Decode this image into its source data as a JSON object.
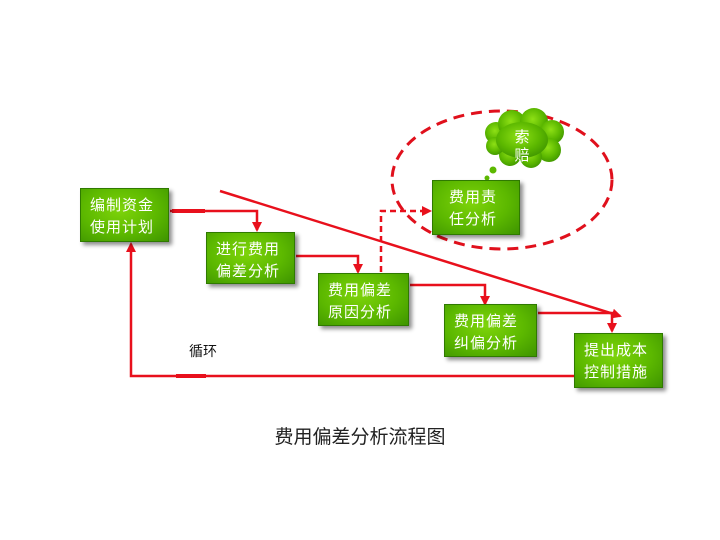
{
  "boxes": {
    "plan": [
      "编制资金",
      "使用计划"
    ],
    "variance": [
      "进行费用",
      "偏差分析"
    ],
    "cause": [
      "费用偏差",
      "原因分析"
    ],
    "responsibility": [
      "费用责",
      "任分析"
    ],
    "correction": [
      "费用偏差",
      "纠偏分析"
    ],
    "measures": [
      "提出成本",
      "控制措施"
    ]
  },
  "cloud": [
    "索",
    "赔"
  ],
  "loop_label": "循环",
  "caption": "费用偏差分析流程图",
  "colors": {
    "arrow": "#e8101c",
    "box_fill": "#5cb800",
    "dashed_ellipse": "#e0101c",
    "cloud_fill": "#5cb800"
  }
}
